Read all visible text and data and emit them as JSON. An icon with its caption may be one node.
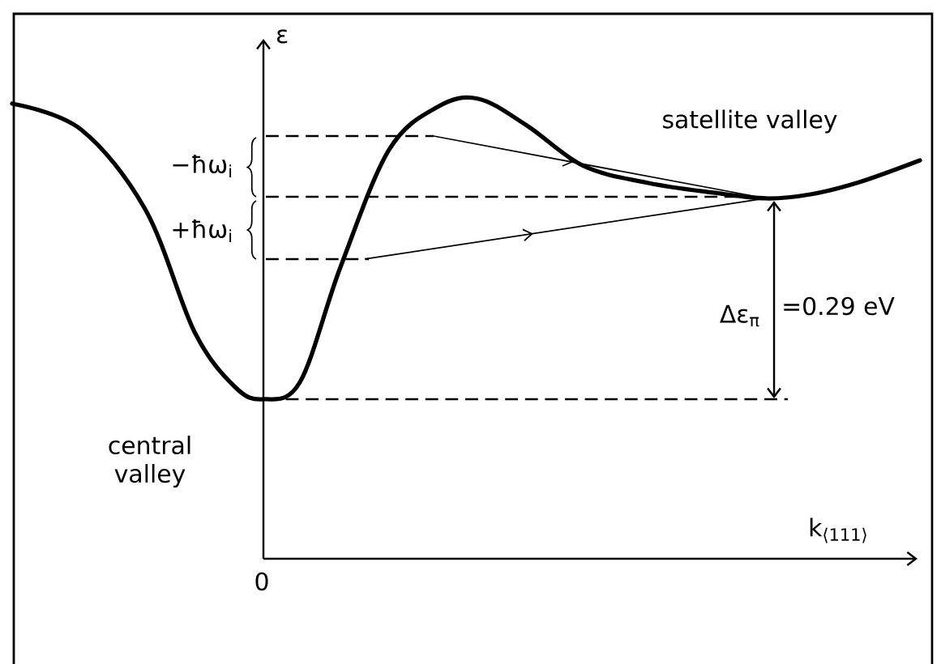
{
  "diagram": {
    "labels": [
      "ε",
      "−ħω$_{i}$",
      "+ħω$_{i}$",
      "satellite valley",
      "central valley",
      "Δε$_{π}$",
      "=0.29 eV",
      "k$_{⟨111⟩}$",
      "0"
    ]
  }
}
